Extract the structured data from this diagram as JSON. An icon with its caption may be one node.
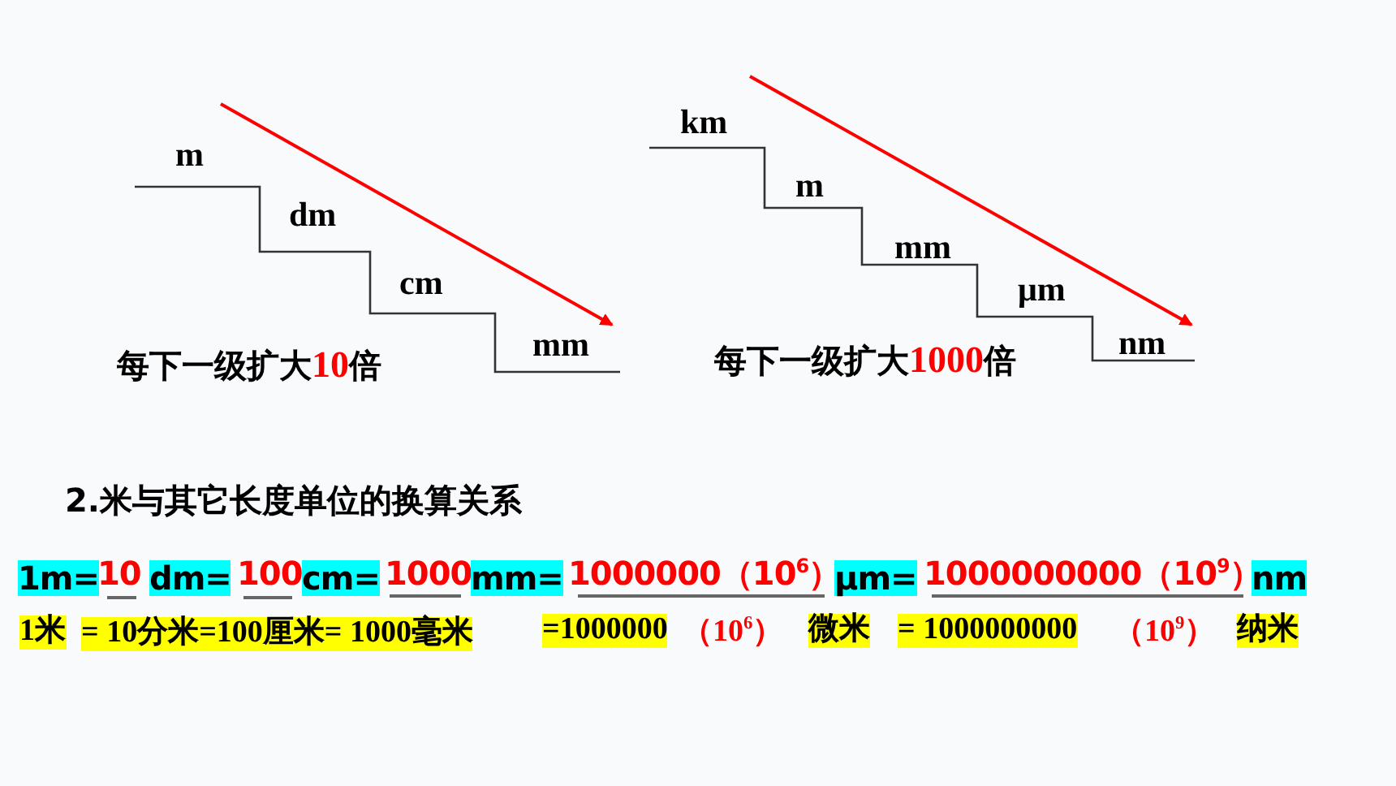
{
  "diagram": {
    "title": "2.米与其它长度单位的换算关系",
    "labels": [
      "m",
      "dm",
      "cm",
      "mm",
      "每下一级扩大**10**倍",
      "km",
      "m",
      "mm",
      "μm",
      "nm",
      "每下一级扩大**1000**倍",
      "1m=",
      "10",
      "dm=",
      "100",
      "cm=",
      "1000",
      "mm=",
      "1000000（10$^{6}$）",
      "μm=",
      "1000000000（10$^{9}$）",
      "nm",
      "1米",
      "= 10分米=100厘米= 1000毫米",
      "=1000000",
      "（10$^{6}$）",
      "微米",
      "= 1000000000",
      "（10$^{9}$）",
      "纳米"
    ]
  }
}
